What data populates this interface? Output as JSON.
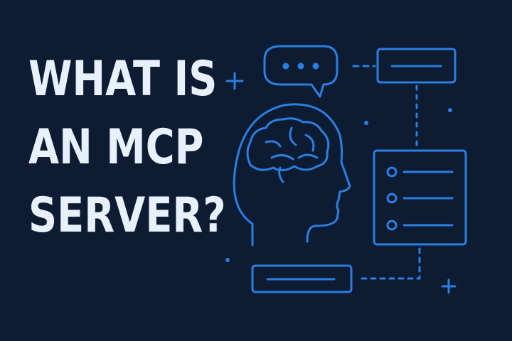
{
  "headline": {
    "lines": [
      "WHAT IS",
      "AN MCP",
      "SERVER?"
    ]
  },
  "colors": {
    "background": "#0d1b33",
    "headline": "#e8f1fb",
    "accent": "#2b7fe0"
  },
  "icons": [
    "speech-bubble-icon",
    "head-brain-icon",
    "bulleted-list-panel-icon",
    "text-field-icon",
    "plus-icon",
    "dot-icon"
  ]
}
